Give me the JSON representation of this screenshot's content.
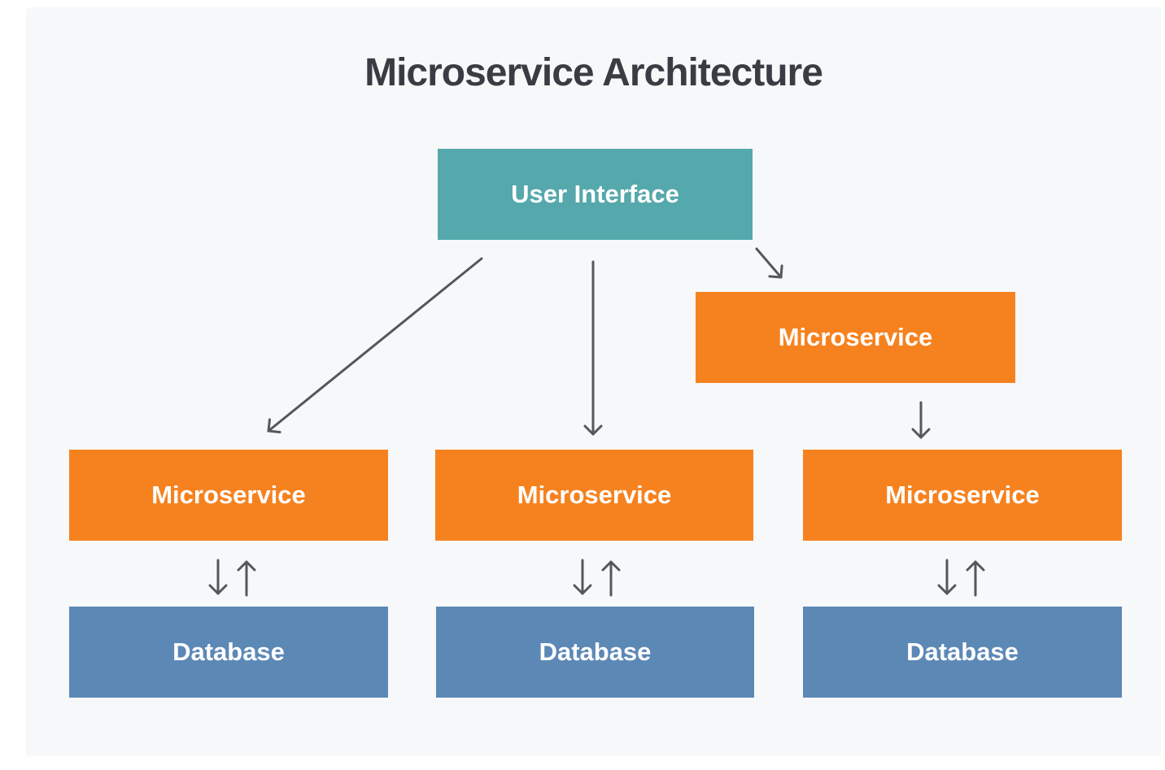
{
  "title": "Microservice Architecture",
  "colors": {
    "page_background": "#ffffff",
    "panel_background": "#f7f8fa",
    "teal": "#55a8ab",
    "orange": "#f6821f",
    "blue": "#5c88b6",
    "arrow": "#54575c",
    "title_text": "#393d43",
    "node_text": "#ffffff"
  },
  "nodes": {
    "user_interface": {
      "label": "User Interface",
      "color": "#55a8ab"
    },
    "microservice_top_right": {
      "label": "Microservice",
      "color": "#f6821f"
    },
    "microservice_left": {
      "label": "Microservice",
      "color": "#f6821f"
    },
    "microservice_middle": {
      "label": "Microservice",
      "color": "#f6821f"
    },
    "microservice_right": {
      "label": "Microservice",
      "color": "#f6821f"
    },
    "database_left": {
      "label": "Database",
      "color": "#5c88b6"
    },
    "database_middle": {
      "label": "Database",
      "color": "#5c88b6"
    },
    "database_right": {
      "label": "Database",
      "color": "#5c88b6"
    }
  },
  "edges": [
    {
      "from": "user_interface",
      "to": "microservice_left",
      "type": "arrow"
    },
    {
      "from": "user_interface",
      "to": "microservice_middle",
      "type": "arrow"
    },
    {
      "from": "user_interface",
      "to": "microservice_top_right",
      "type": "arrow"
    },
    {
      "from": "microservice_top_right",
      "to": "microservice_right",
      "type": "arrow"
    },
    {
      "from": "microservice_left",
      "to": "database_left",
      "type": "bidirectional"
    },
    {
      "from": "microservice_middle",
      "to": "database_middle",
      "type": "bidirectional"
    },
    {
      "from": "microservice_right",
      "to": "database_right",
      "type": "bidirectional"
    }
  ]
}
